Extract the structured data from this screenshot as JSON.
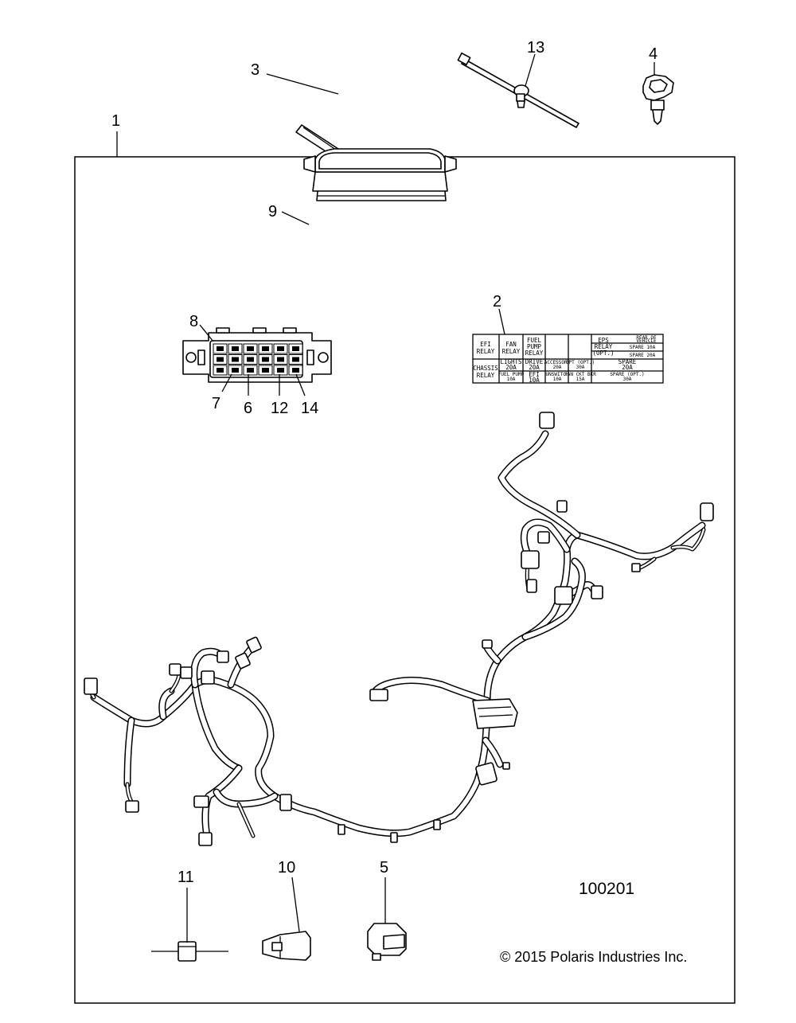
{
  "callouts": {
    "c1": "1",
    "c2": "2",
    "c3": "3",
    "c4": "4",
    "c5": "5",
    "c6": "6",
    "c7": "7",
    "c8": "8",
    "c9": "9",
    "c10": "10",
    "c11": "11",
    "c12": "12",
    "c13": "13",
    "c14": "14"
  },
  "diagram_id": "100201",
  "copyright": "© 2015 Polaris Industries Inc.",
  "fuse_label": {
    "efi_relay": [
      "EFI",
      "RELAY"
    ],
    "fan_relay": [
      "FAN",
      "RELAY"
    ],
    "fuel_pump_relay": [
      "FUEL",
      "PUMP",
      "RELAY"
    ],
    "eps_relay": [
      "EPS",
      "RELAY",
      "(OPT.)"
    ],
    "rear_of_vehicle": [
      "REAR OF",
      "VEHICLE"
    ],
    "spare_10a": "SPARE 10A",
    "spare_20a_1": "SPARE 20A",
    "chassis_relay": [
      "CHASSIS",
      "RELAY"
    ],
    "lights": [
      "LIGHTS",
      "20A"
    ],
    "drive": [
      "DRIVE",
      "20A"
    ],
    "accessory": [
      "ACCESSORY",
      "20A"
    ],
    "ept_opt": [
      "EPT (OPT.)",
      "30A"
    ],
    "spare_20a_2": [
      "SPARE",
      "20A"
    ],
    "fuel_pump": [
      "FUEL PUMP",
      "10A"
    ],
    "efi": [
      "EFI",
      "10A"
    ],
    "unswitch": [
      "UNSWITCH",
      "10A"
    ],
    "fan_ckt": [
      "FAN CKT BKR",
      "15A"
    ],
    "spare_opt_30a": [
      "SPARE (OPT.)",
      "30A"
    ]
  }
}
